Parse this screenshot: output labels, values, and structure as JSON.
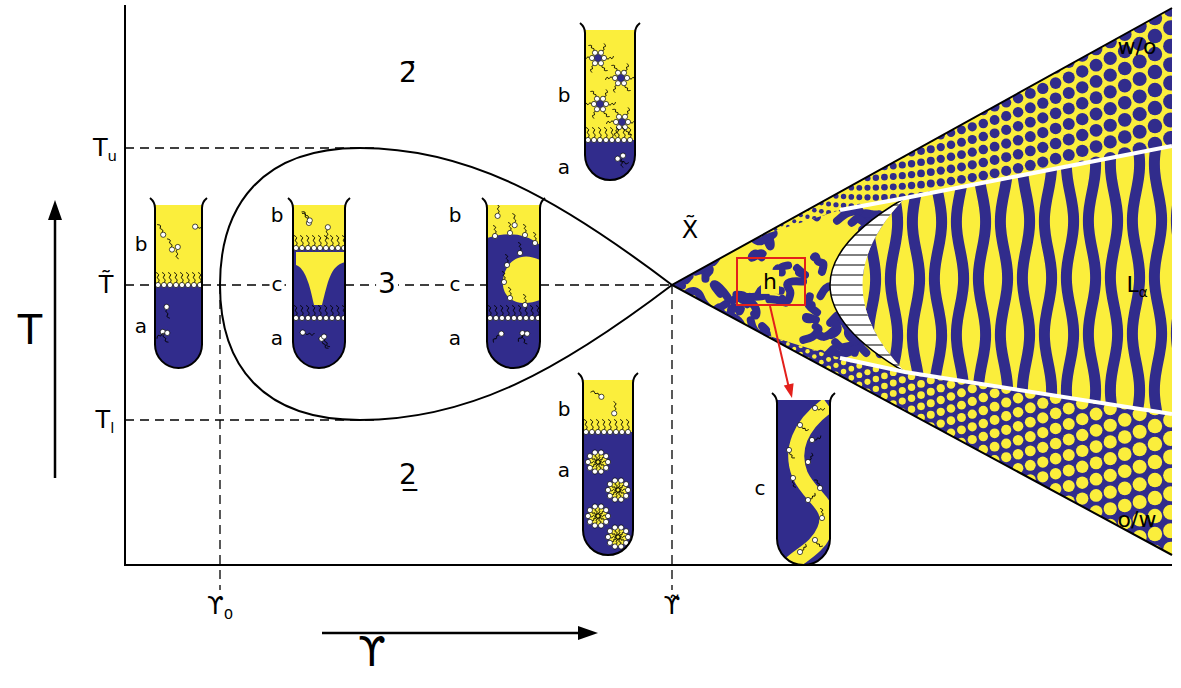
{
  "diagram": {
    "labels": [
      "w/o",
      "2̄",
      "b",
      "Tu",
      "a",
      "b",
      "b",
      "X̃",
      "b",
      "T̃",
      "c",
      "3",
      "c",
      "h",
      "Lα",
      "T",
      "a",
      "a",
      "a",
      "b",
      "Tl",
      "2̲",
      "a",
      "c",
      "o/w",
      "ϒ0",
      "ϒ̃",
      "ϒ"
    ]
  }
}
